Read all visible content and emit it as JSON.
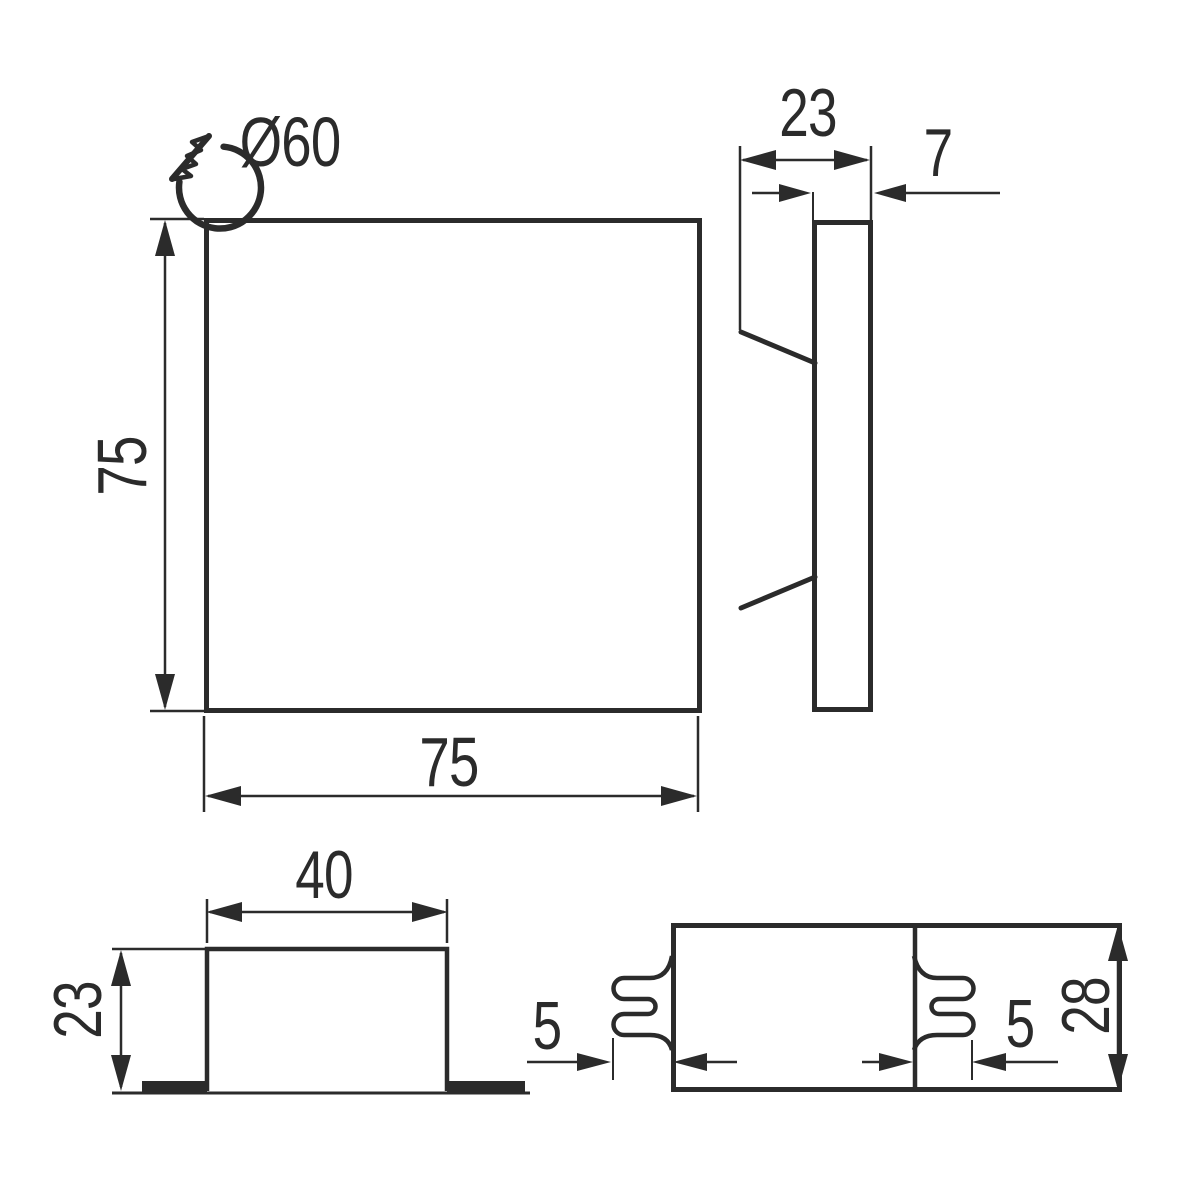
{
  "drawing": {
    "type": "technical-dimension-drawing",
    "line_color": "#2b2b2b",
    "background_color": "#ffffff",
    "units_implied": "mm"
  },
  "labels": {
    "cutout_diameter": "Ø60",
    "front_height": "75",
    "front_width": "75",
    "side_depth": "23",
    "side_plate_thickness": "7",
    "housing_width": "40",
    "housing_recess_depth": "23",
    "spring_left_offset": "5",
    "spring_right_offset": "5",
    "housing_total_depth": "28"
  },
  "icons": {
    "hole_saw_cut_icon": "circle with serrated cut-out wedge"
  }
}
